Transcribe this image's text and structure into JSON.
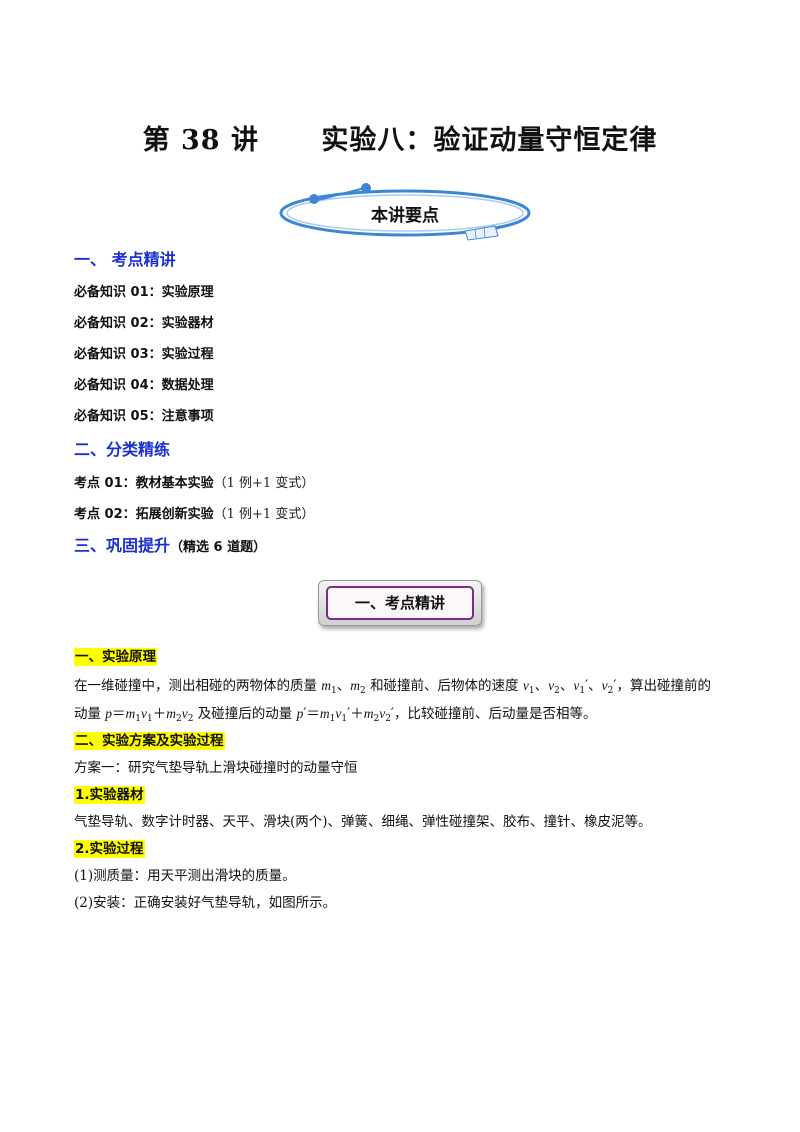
{
  "title": "第 38 讲      实验八：验证动量守恒定律",
  "banner": {
    "label": "本讲要点"
  },
  "toc": {
    "section1": "一、  考点精讲",
    "items": [
      "必备知识 01：实验原理",
      "必备知识 02：实验器材",
      "必备知识 03：实验过程",
      "必备知识 04：数据处理",
      "必备知识 05：注意事项"
    ],
    "section2": "二、分类精练",
    "kaodian": [
      {
        "label": "考点 01：教材基本实验",
        "note": "（1 例+1 变式）"
      },
      {
        "label": "考点 02：拓展创新实验",
        "note": "（1 例+1 变式）"
      }
    ],
    "section3": "三、巩固提升",
    "section3_note": "（精选 6 道题）"
  },
  "section_box": {
    "label": "一、考点精讲"
  },
  "content": {
    "h1": "一、实验原理",
    "p1_a": "在一维碰撞中，测出相碰的两物体的质量",
    "p1_b": "和碰撞前、后物体的速度",
    "p1_c": "，算出碰撞前的",
    "p2_a": "动量",
    "p2_b": "及碰撞后的动量",
    "p2_c": "，比较碰撞前、后动量是否相等。",
    "h2": "二、实验方案及实验过程",
    "p3": "方案一：研究气垫导轨上滑块碰撞时的动量守恒",
    "h3": "1.实验器材",
    "p4": "气垫导轨、数字计时器、天平、滑块(两个)、弹簧、细绳、弹性碰撞架、胶布、撞针、橡皮泥等。",
    "h4": "2.实验过程",
    "p5": "(1)测质量：用天平测出滑块的质量。",
    "p6": "(2)安装：正确安装好气垫导轨，如图所示。"
  }
}
